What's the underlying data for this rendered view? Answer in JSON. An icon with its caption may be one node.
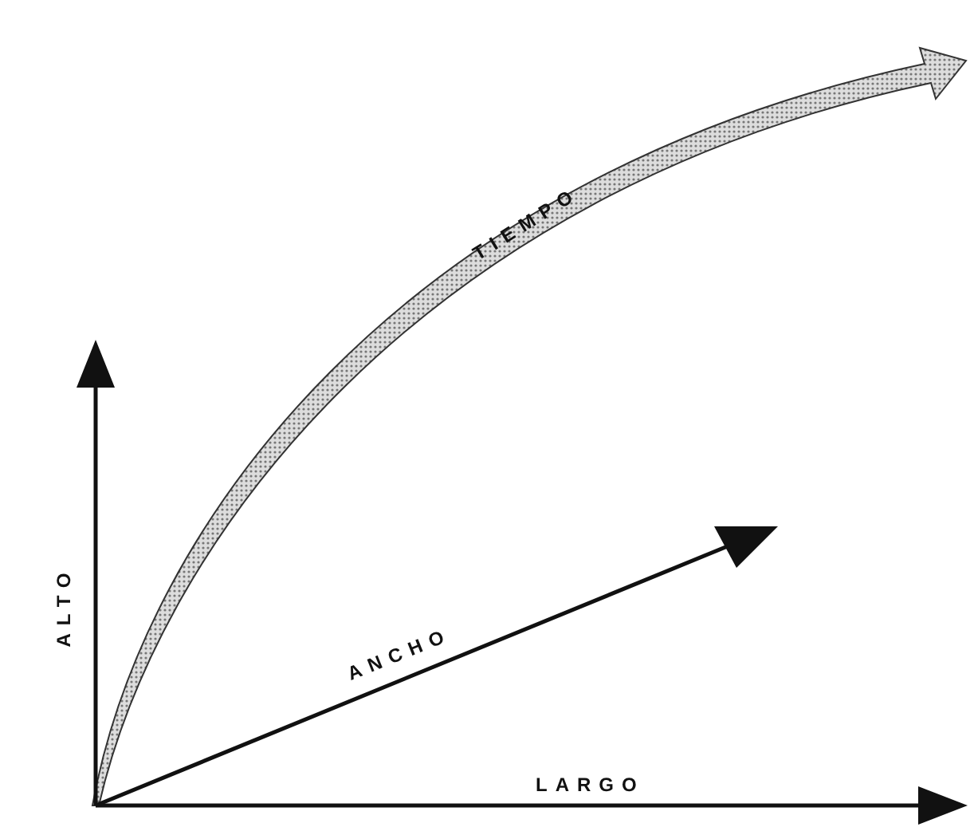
{
  "diagram": {
    "labels": [
      "TIEMPO",
      "ALTO",
      "ANCHO",
      "LARGO"
    ]
  }
}
